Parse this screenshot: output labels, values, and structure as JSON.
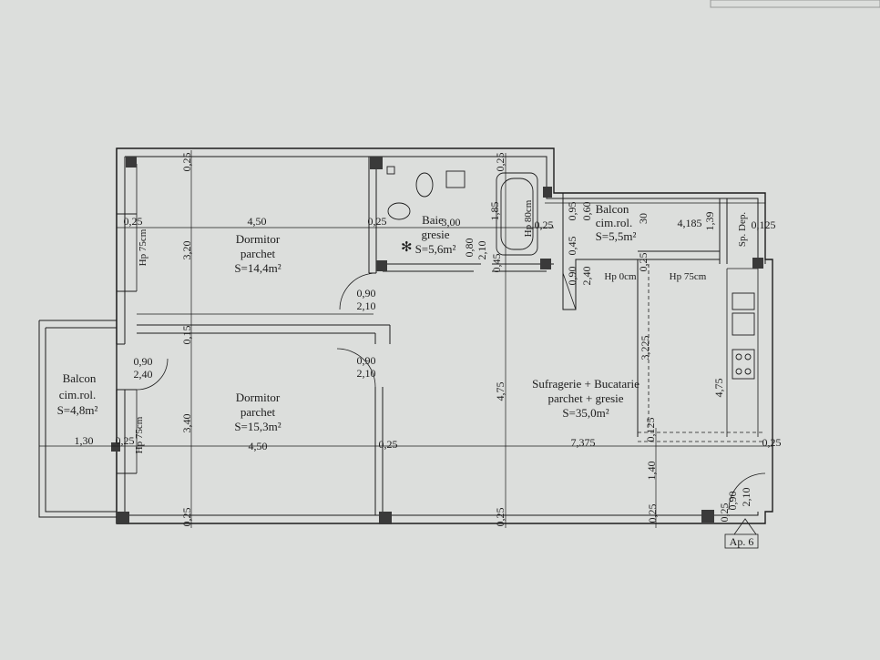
{
  "rooms": {
    "dormitor1": {
      "name": "Dormitor",
      "finish": "parchet",
      "area": "S=14,4m²"
    },
    "dormitor2": {
      "name": "Dormitor",
      "finish": "parchet",
      "area": "S=15,3m²"
    },
    "baie": {
      "name": "Baie",
      "finish": "gresie",
      "area": "S=5,6m²"
    },
    "balcon_left": {
      "name": "Balcon",
      "finish": "cim.rol.",
      "area": "S=4,8m²"
    },
    "balcon_right": {
      "name": "Balcon",
      "finish": "cim.rol.",
      "area": "S=5,5m²"
    },
    "living": {
      "name": "Sufragerie + Bucatarie",
      "finish": "parchet + gresie",
      "area": "S=35,0m²"
    }
  },
  "dimensions": {
    "d_450_top": "4,50",
    "d_450_bottom": "4,50",
    "d_320": "3,20",
    "d_340": "3,40",
    "d_025_a": "0,25",
    "d_025_b": "0,25",
    "d_025_c": "0,25",
    "d_025_d": "0,25",
    "d_025_e": "0,25",
    "d_025_f": "0,25",
    "d_025_g": "0,25",
    "d_025_h": "0,25",
    "d_025_i": "0,25",
    "d_025_j": "0,25",
    "d_025_k": "0,25",
    "d_025_l": "0,25",
    "d_015": "0,15",
    "d_300": "3,00",
    "d_185": "1,85",
    "d_080": "0,80",
    "d_210_a": "2,10",
    "d_045": "0,45",
    "d_095": "0,95",
    "d_060": "0,60",
    "d_045b": "0,45",
    "d_090v": "0,90",
    "d_240v": "2,40",
    "d_4185": "4,185",
    "d_0125": "0,125",
    "d_139": "1,39",
    "d_030": "30",
    "d_475_a": "4,75",
    "d_475_b": "4,75",
    "d_3225": "3,225",
    "d_7375": "7,375",
    "d_130": "1,30",
    "d_140": "1,40",
    "d_0125b": "0,125",
    "d_090_210_w": "0,90",
    "d_210_w": "2,10",
    "door1_w": "0,90",
    "door1_h": "2,10",
    "door2_w": "0,90",
    "door2_h": "2,10",
    "door3_w": "0,90",
    "door3_h": "2,40",
    "hp_left_top": "Hp 75cm",
    "hp_left_bottom": "Hp 75cm",
    "hp_0cm": "Hp 0cm",
    "hp_75_right": "Hp 75cm",
    "hp_80": "Hp 80cm",
    "sp_depi": "Sp. Dep.",
    "entry_090": "0,90",
    "entry_210": "2,10",
    "d_025_entry": "0,25"
  },
  "apartment_label": "Ap. 6",
  "colors": {
    "paper": "#dcdedc",
    "ink": "#1c1c1c",
    "column": "#3a3a3a"
  }
}
